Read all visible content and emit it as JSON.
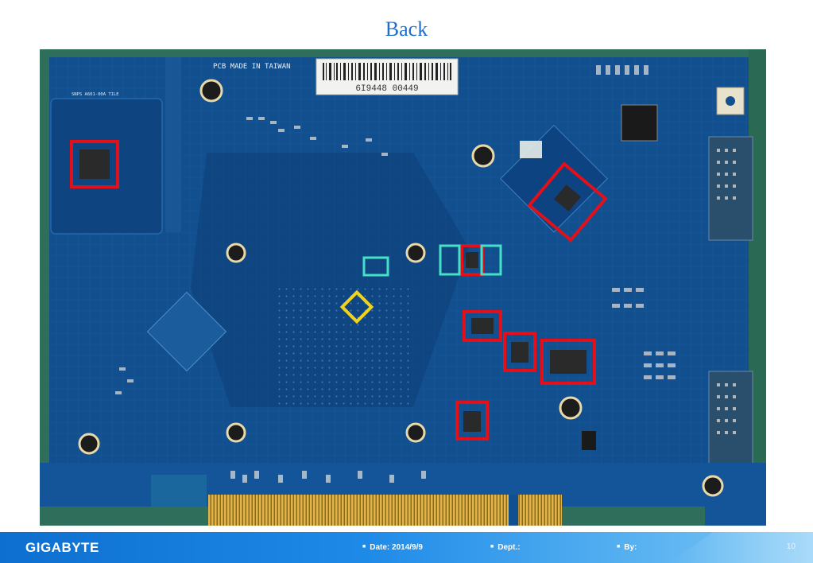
{
  "slide": {
    "title": "Back"
  },
  "pcb_photo": {
    "labels": {
      "made_in": "PCB MADE IN TAIWAN",
      "barcode_number": "6I9448  00449",
      "module_tag": "SNPS A601-00A TILE"
    },
    "colors": {
      "board": "#124f8f",
      "board_dark": "#0b3c73",
      "gold_fingers": "#d8a53a",
      "highlight_red": "#e3101a",
      "highlight_cyan": "#44e0c8",
      "highlight_yellow": "#f2d21b"
    }
  },
  "footer": {
    "logo": "GIGABYTE",
    "date": "Date: 2014/9/9",
    "dept": "Dept.:",
    "by": "By:",
    "page": "10"
  }
}
